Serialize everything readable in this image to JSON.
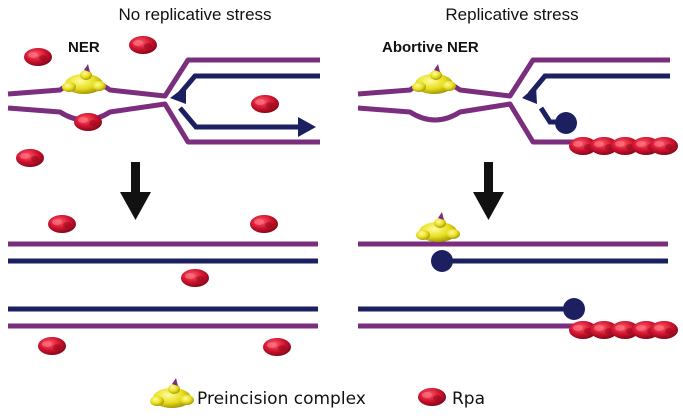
{
  "panels": {
    "left": {
      "title": "No replicative stress",
      "label": "NER"
    },
    "right": {
      "title": "Replicative stress",
      "label": "Abortive NER"
    }
  },
  "legend": {
    "preincision": "Preincision complex",
    "rpa": "Rpa"
  },
  "colors": {
    "strand_purple": "#7b2d7e",
    "strand_navy": "#1c2060",
    "rpa_red": "#c8102e",
    "complex_yellow": "#e8de1f",
    "arrow": "#111111"
  },
  "icons": [
    "preincision-complex-icon",
    "rpa-icon",
    "down-arrow-icon",
    "replication-fork-icon"
  ]
}
